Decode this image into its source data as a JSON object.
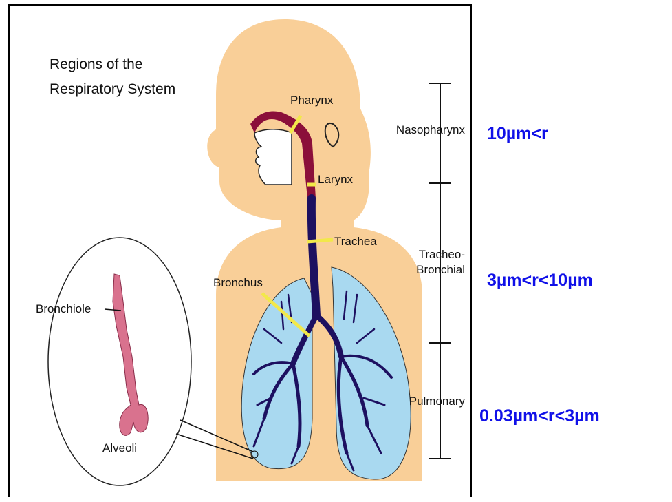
{
  "diagram": {
    "title_line1": "Regions of the",
    "title_line2": "Respiratory System",
    "labels": {
      "pharynx": "Pharynx",
      "larynx": "Larynx",
      "trachea": "Trachea",
      "bronchus": "Bronchus",
      "bronchiole": "Bronchiole",
      "alveoli": "Alveoli"
    },
    "regions": {
      "nasopharynx": "Nasopharynx",
      "tracheo_line1": "Tracheo-",
      "tracheo_line2": "Bronchial",
      "pulmonary": "Pulmonary"
    },
    "colors": {
      "skin": "#f9cf98",
      "lung": "#a9d9f0",
      "airway_upper": "#8b0f3a",
      "airway_lower": "#1d1060",
      "bronchiole": "#d9728e",
      "pointer": "#f2e84a",
      "size_text": "#1010e8"
    }
  },
  "size_ranges": {
    "nasopharynx": "10µm<r",
    "tracheo_bronchial": "3µm<r<10µm",
    "pulmonary": "0.03µm<r<3µm"
  }
}
